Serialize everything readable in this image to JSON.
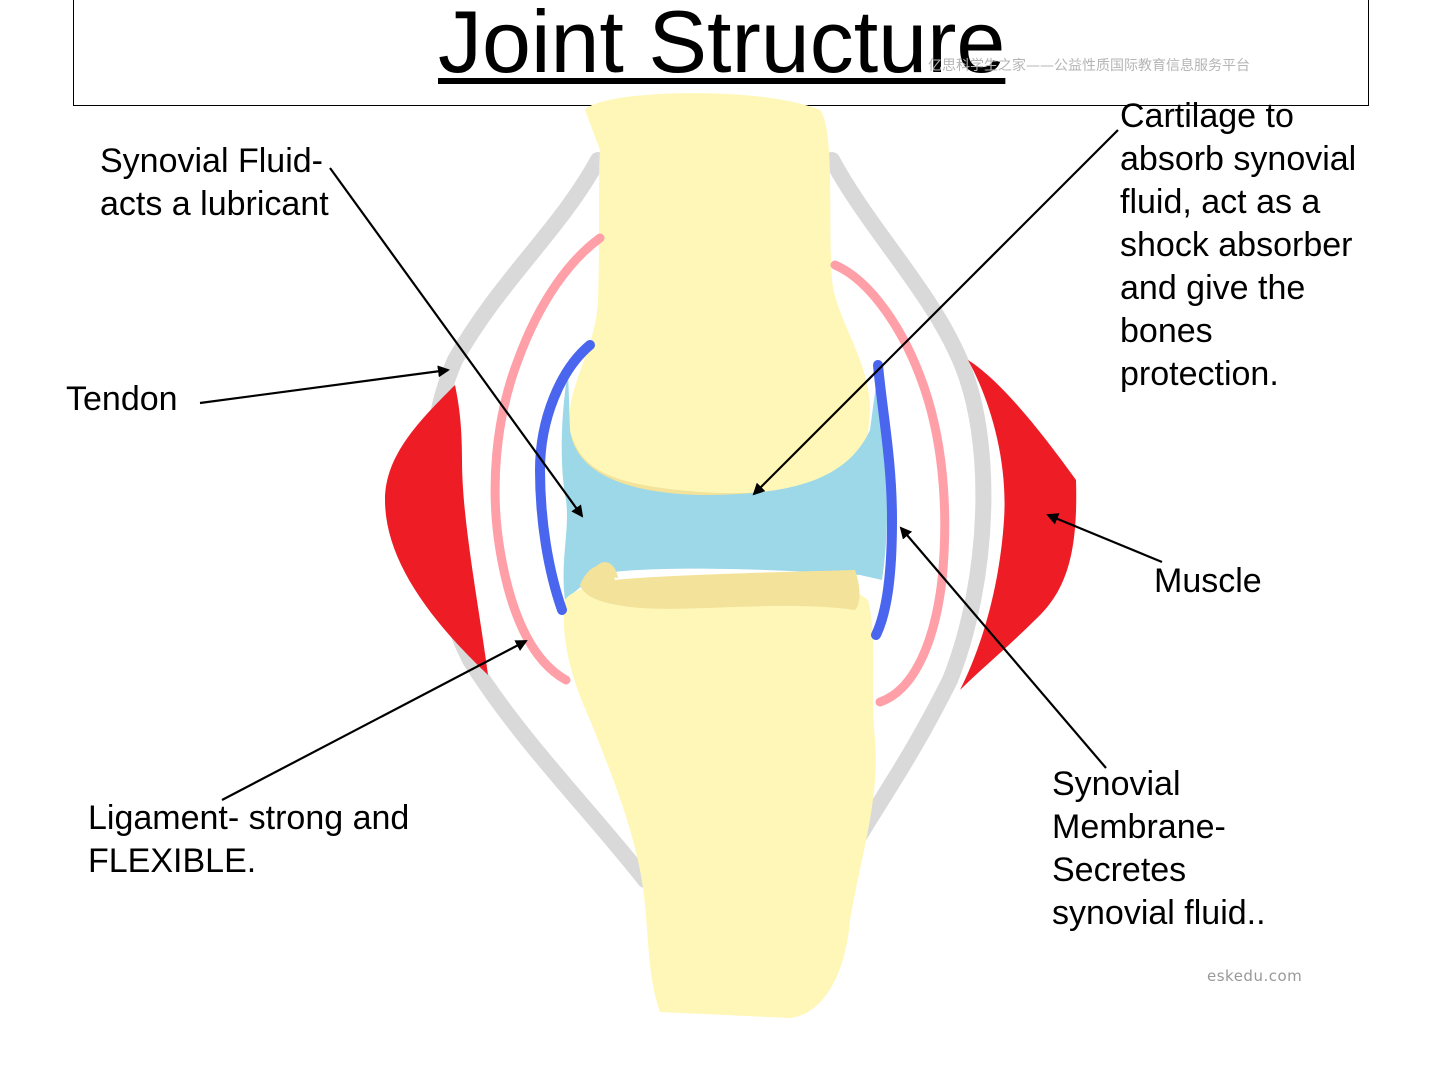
{
  "title": "Joint Structure",
  "watermark": "亿思科学生之家——公益性质国际教育信息服务平台",
  "footer": "eskedu.com",
  "labels": {
    "synovial_fluid": [
      "Synovial Fluid-",
      "acts a lubricant"
    ],
    "tendon": [
      "Tendon"
    ],
    "ligament": [
      "Ligament- strong and",
      "FLEXIBLE."
    ],
    "cartilage": [
      "Cartilage to",
      "absorb synovial",
      "fluid, act as a",
      "shock absorber",
      "and give the",
      "bones",
      "protection."
    ],
    "muscle": [
      "Muscle"
    ],
    "synovial_membrane": [
      "Synovial",
      "Membrane-",
      "Secretes",
      "synovial fluid.."
    ]
  },
  "colors": {
    "bone": "#fff7b8",
    "cartilage": "#f3e29a",
    "synovial_fluid": "#9dd8e8",
    "synovial_membrane": "#4a66ee",
    "ligament": "#ffa0a8",
    "tendon": "#d9d9d9",
    "muscle": "#ee1c25"
  }
}
